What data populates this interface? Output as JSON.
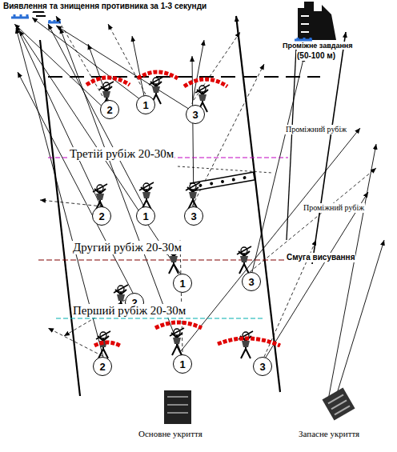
{
  "diagram": {
    "nodes": [
      {
        "text": [
          "2"
        ]
      },
      {
        "text": [
          "1"
        ]
      },
      {
        "text": [
          "3"
        ]
      },
      {
        "text": [
          "2"
        ]
      },
      {
        "text": [
          "1"
        ]
      },
      {
        "text": [
          "3"
        ]
      },
      {
        "text": [
          "1"
        ]
      },
      {
        "text": [
          "3"
        ]
      },
      {
        "text": [
          "2"
        ]
      },
      {
        "text": [
          "2"
        ]
      },
      {
        "text": [
          "1"
        ]
      },
      {
        "text": [
          "3"
        ]
      }
    ],
    "labels": [
      "Виявлення та знищення противника за 1-3 секунди",
      "Проміжне завдання",
      "(50-100 м)",
      "Проміжний рубіж",
      "Третій рубіж 20-30м",
      "Проміжний рубіж",
      "Другий рубіж 20-30м",
      "Смуга висування",
      "Перший рубіж 20-30м",
      "Основне укриття",
      "Запасне укриття"
    ]
  }
}
